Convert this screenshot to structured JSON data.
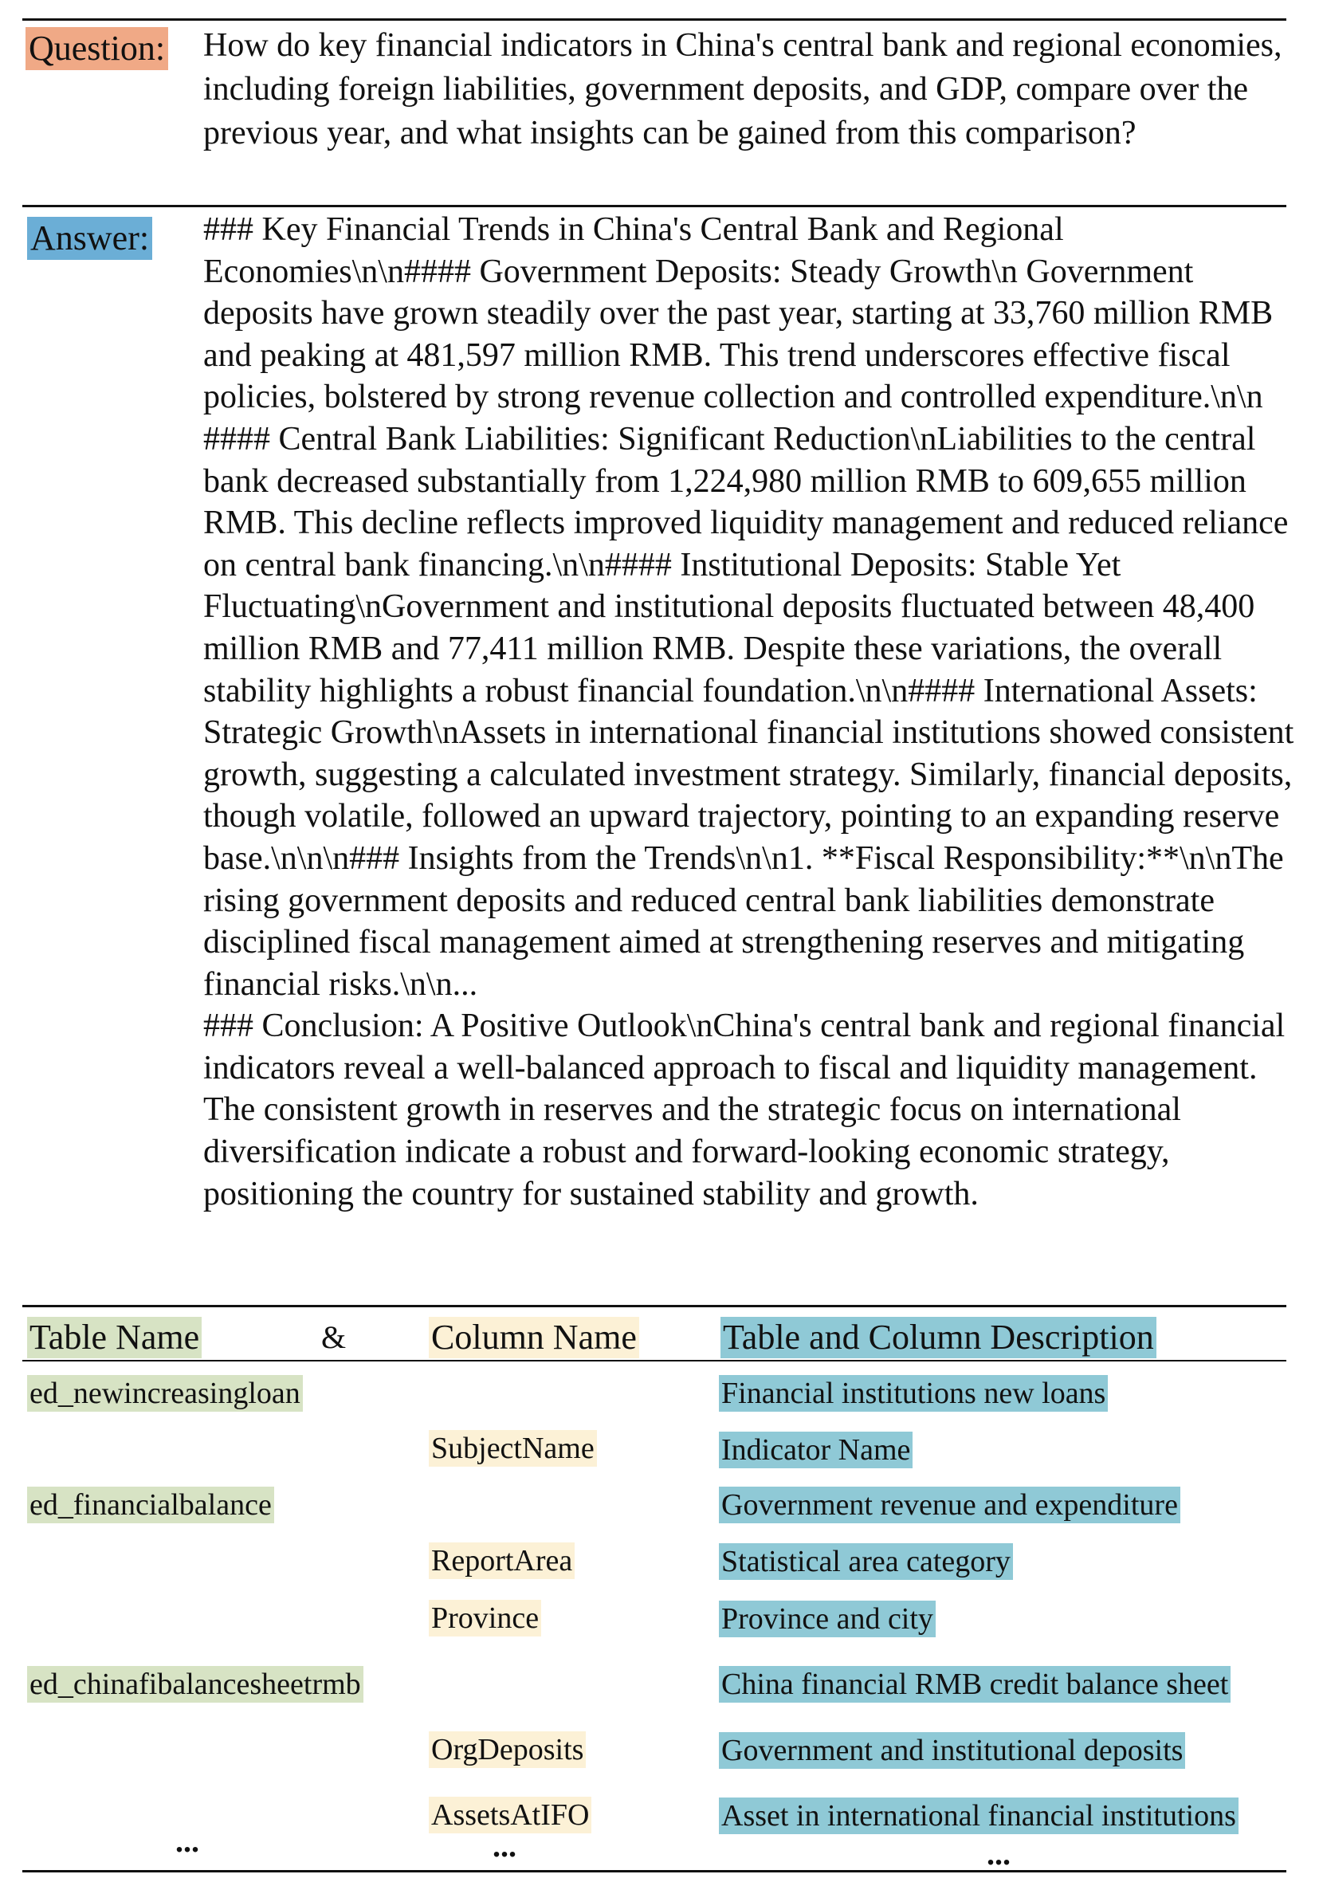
{
  "question": {
    "label": "Question:",
    "text": "How do key financial indicators in China's central bank and regional economies, including foreign liabilities, government deposits, and GDP, compare over the previous year, and what insights can be gained from this comparison?"
  },
  "answer": {
    "label": "Answer:",
    "body": "### Key Financial Trends in China's Central Bank and Regional Economies\\n\\n#### Government Deposits: Steady Growth\\n Government deposits have grown steadily over the past year, starting at 33,760 million RMB and peaking at 481,597 million RMB. This trend underscores effective fiscal policies, bolstered by strong revenue collection and controlled expenditure.\\n\\n #### Central Bank Liabilities: Significant Reduction\\nLiabilities to the central bank decreased substantially from 1,224,980 million RMB to 609,655 million RMB. This decline reflects improved liquidity management and reduced reliance on central bank financing.\\n\\n#### Institutional Deposits: Stable Yet Fluctuating\\nGovernment and institutional deposits fluctuated between 48,400 million RMB and 77,411 million RMB. Despite these variations, the overall stability highlights a robust financial foundation.\\n\\n#### International Assets: Strategic Growth\\nAssets in international financial institutions showed consistent growth, suggesting a calculated investment strategy. Similarly, financial deposits, though volatile, followed an upward trajectory, pointing to an expanding reserve base.\\n\\n\\n### Insights from the Trends\\n\\n1. **Fiscal Responsibility:**\\n\\nThe rising government deposits and reduced central bank liabilities demonstrate disciplined fiscal management aimed at strengthening reserves and mitigating financial risks.\\n\\n...",
    "conclusion": "### Conclusion: A Positive Outlook\\nChina's central bank and regional financial indicators reveal a well-balanced approach to fiscal and liquidity management. The consistent growth in reserves and the strategic focus on international diversification indicate a robust and forward-looking economic strategy, positioning the country for sustained stability and growth."
  },
  "schema": {
    "headers": {
      "table_name": "Table Name",
      "amp": "&",
      "column_name": "Column Name",
      "description": "Table and Column Description"
    },
    "rows": [
      {
        "table": "ed_newincreasingloan",
        "column": "",
        "description": "Financial institutions new loans"
      },
      {
        "table": "",
        "column": "SubjectName",
        "description": "Indicator Name"
      },
      {
        "table": "ed_financialbalance",
        "column": "",
        "description": "Government revenue and expenditure"
      },
      {
        "table": "",
        "column": "ReportArea",
        "description": "Statistical area category"
      },
      {
        "table": "",
        "column": "Province",
        "description": "Province and city"
      },
      {
        "table": "ed_chinafibalancesheetrmb",
        "column": "",
        "description": "China financial RMB credit balance sheet"
      },
      {
        "table": "",
        "column": "OrgDeposits",
        "description": "Government and institutional deposits"
      },
      {
        "table": "",
        "column": "AssetsAtIFO",
        "description": "Asset in international financial institutions"
      }
    ],
    "ellipsis": "..."
  }
}
